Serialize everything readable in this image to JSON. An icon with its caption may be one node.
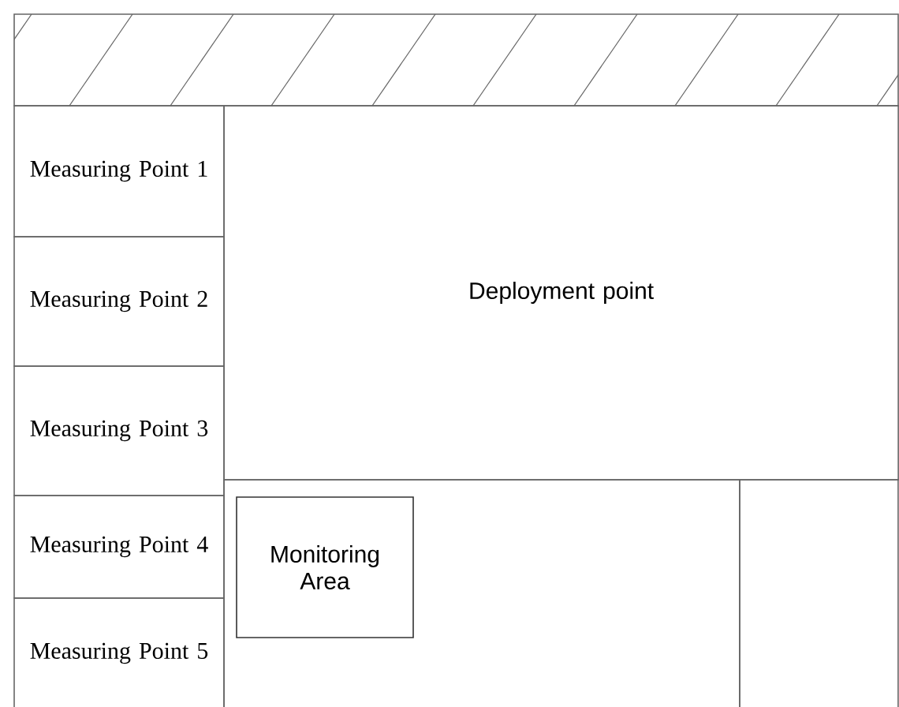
{
  "diagram": {
    "nodes": [
      {
        "text": [
          "Measuring Point 1"
        ]
      },
      {
        "text": [
          "Measuring Point 2"
        ]
      },
      {
        "text": [
          "Measuring Point 3"
        ]
      },
      {
        "text": [
          "Measuring Point 4"
        ]
      },
      {
        "text": [
          "Measuring Point 5"
        ]
      },
      {
        "text": [
          "Deployment point"
        ]
      },
      {
        "text": [],
        "shape": "box"
      },
      {
        "text": [
          "Monitoring Area"
        ],
        "in": 6
      },
      {
        "text": [],
        "shape": "box"
      }
    ]
  }
}
